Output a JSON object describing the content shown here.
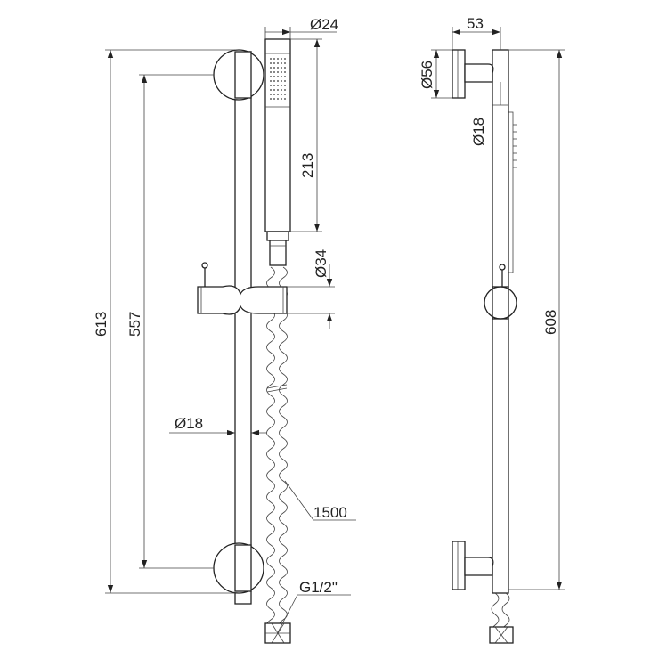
{
  "front_view": {
    "dim_head_diameter": "Ø24",
    "dim_head_length": "213",
    "dim_holder_diameter": "Ø34",
    "dim_overall_height": "613",
    "dim_bracket_spacing": "557",
    "dim_bar_diameter": "Ø18",
    "dim_hose_length": "1500",
    "dim_thread": "G1/2\""
  },
  "side_view": {
    "dim_wall_projection": "53",
    "dim_flange_diameter": "Ø56",
    "dim_bar_diameter": "Ø18",
    "dim_bar_height": "608"
  }
}
